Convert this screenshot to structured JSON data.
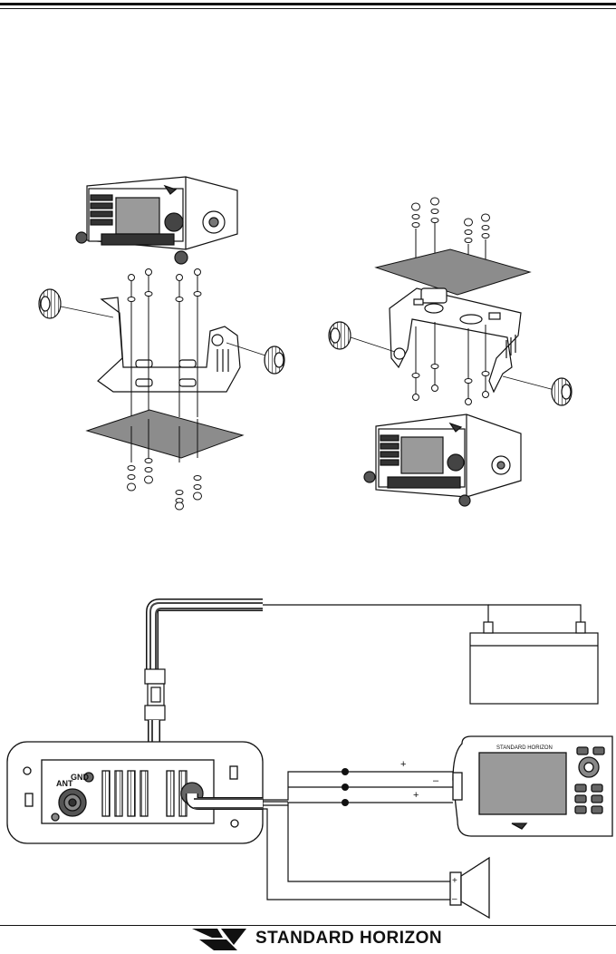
{
  "diagram_labels": {
    "gnd": "GND",
    "ant": "ANT",
    "plus_1": "+",
    "minus_1": "–",
    "plus_2": "+",
    "spk_plus": "+",
    "spk_minus": "–"
  },
  "brand": {
    "device_brand": "STANDARD HORIZON",
    "footer_brand": "STANDARD HORIZON"
  },
  "colors": {
    "ink": "#111111",
    "panel_grey": "#8c8c8c",
    "screen_grey": "#9a9a9a"
  }
}
